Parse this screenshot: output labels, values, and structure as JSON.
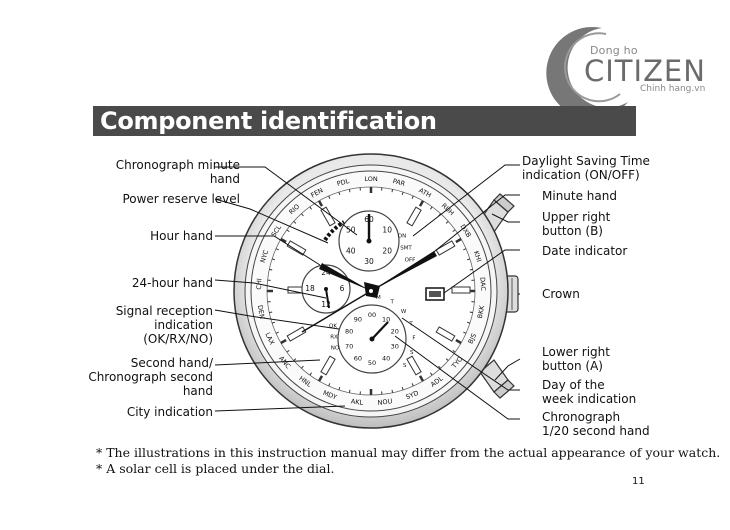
{
  "logo": {
    "top": "Dong ho",
    "main": "CITIZEN",
    "bottom": "Chinh hang.vn"
  },
  "title": "Component identification",
  "labels": {
    "chrono_minute_1": "Chronograph minute",
    "chrono_minute_2": "hand",
    "power_reserve": "Power reserve level",
    "hour_hand": "Hour hand",
    "hour24": "24-hour hand",
    "signal_1": "Signal reception",
    "signal_2": "indication",
    "signal_3": "(OK/RX/NO)",
    "second_1": "Second hand/",
    "second_2": "Chronograph second",
    "second_3": "hand",
    "city": "City indication",
    "dst_1": "Daylight Saving Time",
    "dst_2": "indication (ON/OFF)",
    "minute_hand": "Minute hand",
    "upper_btn_1": "Upper right",
    "upper_btn_2": "button (B)",
    "date_ind": "Date indicator",
    "crown": "Crown",
    "lower_btn_1": "Lower right",
    "lower_btn_2": "button (A)",
    "dow_1": "Day of the",
    "dow_2": "week indication",
    "chrono20_1": "Chronograph",
    "chrono20_2": "1/20 second hand"
  },
  "dial": {
    "cities": [
      "LON",
      "PAR",
      "ATH",
      "RUH",
      "DXB",
      "KHI",
      "DAC",
      "BKK",
      "BJS",
      "TYO",
      "ADL",
      "SYD",
      "NOU",
      "AKL",
      "MDY",
      "HNL",
      "ANC",
      "LAX",
      "DEN",
      "CHI",
      "NYC",
      "SCL",
      "RIO",
      "FEN",
      "PDL"
    ],
    "minute_sub": [
      "60",
      "10",
      "20",
      "30",
      "40",
      "50"
    ],
    "hour24_sub": [
      "24",
      "6",
      "12",
      "18"
    ],
    "chrono_sub": [
      "00",
      "10",
      "20",
      "30",
      "40",
      "50",
      "60",
      "70",
      "80",
      "90"
    ],
    "dst_marks": [
      "ON",
      "SMT",
      "OFF"
    ],
    "signal_marks": [
      "OK",
      "RX",
      "NO"
    ],
    "dow_marks": [
      "M",
      "T",
      "W",
      "T",
      "F",
      "S",
      "S"
    ]
  },
  "notes": [
    "* The illustrations in this instruction manual may differ from the actual appearance of your watch.",
    "* A solar cell is placed under the dial."
  ],
  "page_number": "11"
}
